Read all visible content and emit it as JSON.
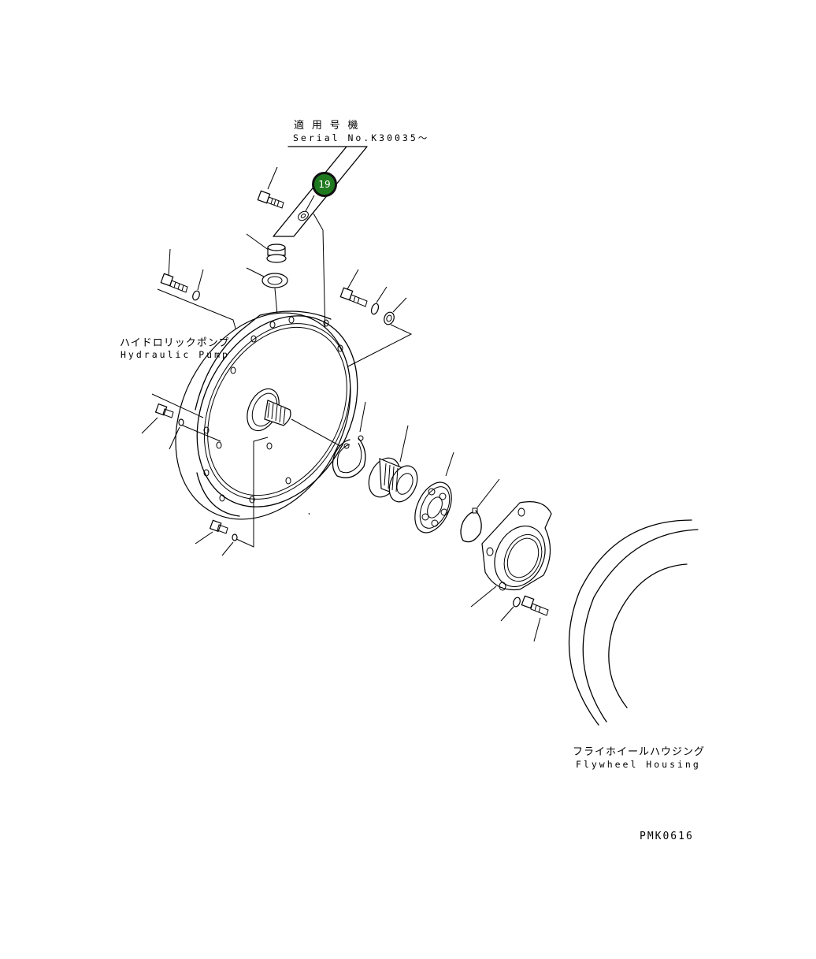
{
  "serial_note": {
    "title_jp": "適 用 号 機",
    "serial": "Serial No.K30035～"
  },
  "callout": {
    "number": "19",
    "color": "#1f7a1f"
  },
  "labels": {
    "hydraulic_pump_jp": "ハイドロリックポンプ",
    "hydraulic_pump_en": "Hydraulic Pump",
    "flywheel_housing_jp": "フライホイールハウジング",
    "flywheel_housing_en": "Flywheel Housing"
  },
  "drawing_code": "PMK0616"
}
